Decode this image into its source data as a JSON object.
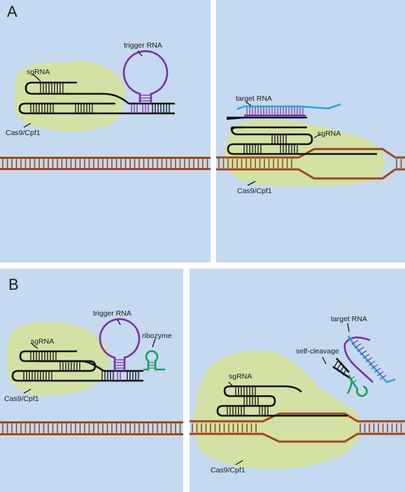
{
  "panels": {
    "a": {
      "letter": "A",
      "left": {
        "sgrna": "sgRNA",
        "trigger": "trigger RNA",
        "cas": "Cas9/Cpf1"
      },
      "right": {
        "target": "target RNA",
        "sgrna": "sgRNA",
        "cas": "Cas9/Cpf1"
      }
    },
    "b": {
      "letter": "B",
      "left": {
        "sgrna": "sgRNA",
        "trigger": "trigger RNA",
        "ribozyme": "ribozyme",
        "cas": "Cas9/Cpf1"
      },
      "right": {
        "target": "target RNA",
        "sgrna": "sgRNA",
        "cleavage": "self-cleavage",
        "cas": "Cas9/Cpf1"
      }
    }
  },
  "colors": {
    "background": "#c5d9f0",
    "protein": "#d4e1a5",
    "dna": "#9b4a1c",
    "rna": "#111111",
    "trigger": "#7a2fa8",
    "target": "#27a9d8",
    "ribozyme": "#1e9c5a"
  }
}
